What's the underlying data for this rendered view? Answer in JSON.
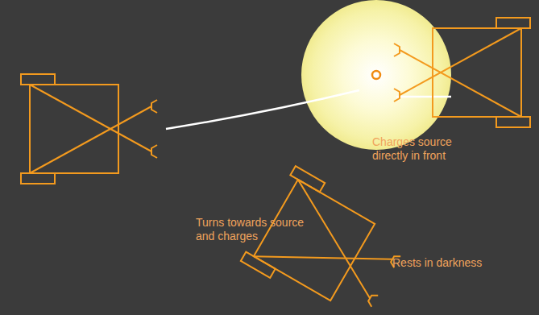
{
  "diagram": {
    "labels": [
      "Turns towards source and charges",
      "Charges source directly in front",
      "Rests in darkness"
    ]
  }
}
